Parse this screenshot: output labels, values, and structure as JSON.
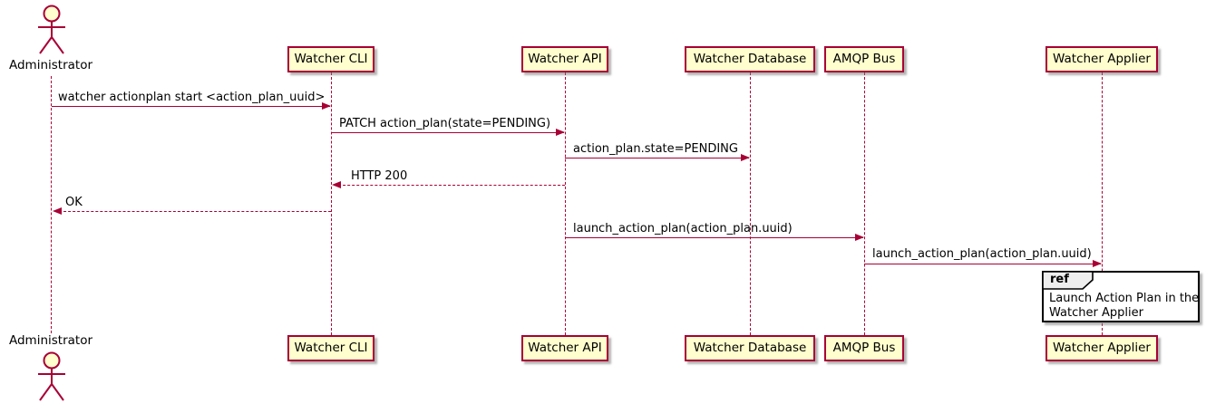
{
  "diagram_type": "uml-sequence",
  "colors": {
    "participant_fill": "#FEFECE",
    "participant_border": "#A80036",
    "lifeline": "#A80036",
    "arrow": "#A80036",
    "text": "#000000",
    "ref_header_fill": "#EEEEEE",
    "ref_border": "#000000",
    "background": "#FFFFFF"
  },
  "actor": {
    "name": "Administrator"
  },
  "participants": [
    {
      "label": "Watcher CLI"
    },
    {
      "label": "Watcher API"
    },
    {
      "label": "Watcher Database"
    },
    {
      "label": "AMQP Bus"
    },
    {
      "label": "Watcher Applier"
    }
  ],
  "messages": [
    {
      "label": "watcher actionplan start <action_plan_uuid>",
      "from": "Administrator",
      "to": "Watcher CLI",
      "line": "solid"
    },
    {
      "label": "PATCH action_plan(state=PENDING)",
      "from": "Watcher CLI",
      "to": "Watcher API",
      "line": "solid"
    },
    {
      "label": "action_plan.state=PENDING",
      "from": "Watcher API",
      "to": "Watcher Database",
      "line": "solid"
    },
    {
      "label": "HTTP 200",
      "from": "Watcher API",
      "to": "Watcher CLI",
      "line": "dashed"
    },
    {
      "label": "OK",
      "from": "Watcher CLI",
      "to": "Administrator",
      "line": "dashed"
    },
    {
      "label": "launch_action_plan(action_plan.uuid)",
      "from": "Watcher API",
      "to": "AMQP Bus",
      "line": "solid"
    },
    {
      "label": "launch_action_plan(action_plan.uuid)",
      "from": "AMQP Bus",
      "to": "Watcher Applier",
      "line": "solid"
    }
  ],
  "ref": {
    "keyword": "ref",
    "line1": "Launch Action Plan in the",
    "line2": "Watcher Applier"
  }
}
